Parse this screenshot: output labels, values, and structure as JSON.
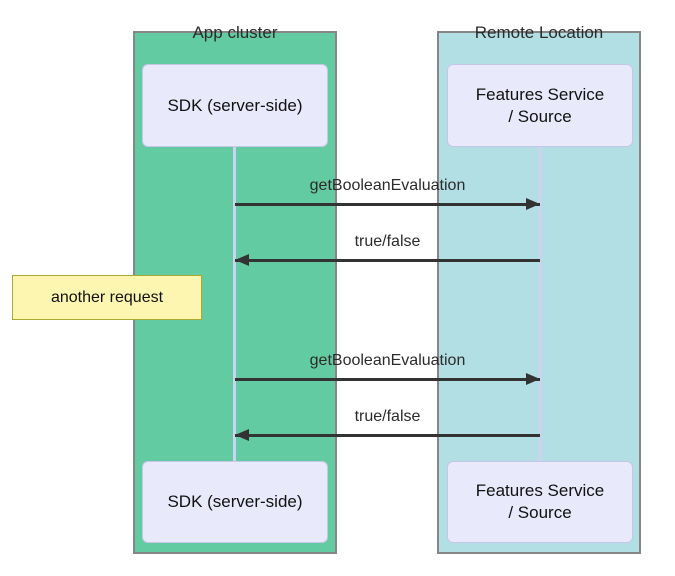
{
  "diagram": {
    "type": "sequence-diagram",
    "clusters": {
      "left": {
        "title": "App cluster",
        "fill": "#63cba1",
        "border": "#868686"
      },
      "right": {
        "title": "Remote Location",
        "fill": "#b2dfe4",
        "border": "#868686"
      }
    },
    "participants": {
      "left_top": "SDK (server-side)",
      "left_bottom": "SDK (server-side)",
      "right_top": "Features Service\n/ Source",
      "right_bottom": "Features Service\n/ Source"
    },
    "messages": [
      {
        "label": "getBooleanEvaluation",
        "from": "SDK (server-side)",
        "to": "Features Service / Source",
        "direction": "right"
      },
      {
        "label": "true/false",
        "from": "Features Service / Source",
        "to": "SDK (server-side)",
        "direction": "left"
      },
      {
        "label": "getBooleanEvaluation",
        "from": "SDK (server-side)",
        "to": "Features Service / Source",
        "direction": "right"
      },
      {
        "label": "true/false",
        "from": "Features Service / Source",
        "to": "SDK (server-side)",
        "direction": "left"
      }
    ],
    "note": {
      "text": "another request",
      "fill": "#fcf6b0",
      "border": "#aaaa33",
      "position": "left of SDK lifeline"
    },
    "colors": {
      "participant_fill": "#e9e9fc",
      "participant_border": "#c6c6e8",
      "lifeline": "#ccd2f0",
      "arrow": "#333333",
      "background": "#ffffff"
    }
  }
}
